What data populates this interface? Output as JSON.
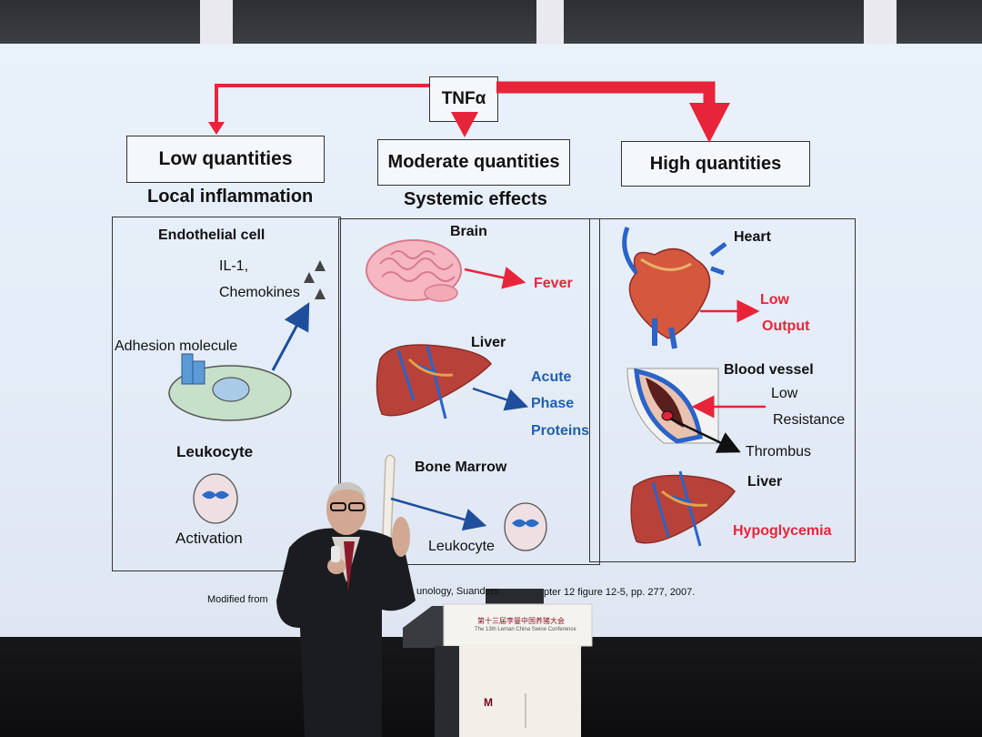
{
  "slide": {
    "top_label": "TNFα",
    "boxes": {
      "low": "Low quantities",
      "moderate": "Moderate quantities",
      "high": "High quantities"
    },
    "subtitles": {
      "local": "Local inflammation",
      "systemic": "Systemic effects"
    },
    "left_panel": {
      "endothelial_cell": "Endothelial cell",
      "il1": "IL-1,",
      "chemokines": "Chemokines",
      "adhesion_molecule": "Adhesion molecule",
      "leukocyte": "Leukocyte",
      "activation": "Activation"
    },
    "middle_panel": {
      "brain": "Brain",
      "fever": "Fever",
      "liver": "Liver",
      "acute": "Acute",
      "phase": "Phase",
      "proteins": "Proteins",
      "bone_marrow": "Bone Marrow",
      "leukocyte": "Leukocyte"
    },
    "right_panel": {
      "heart": "Heart",
      "low": "Low",
      "output": "Output",
      "blood_vessel": "Blood vessel",
      "low2": "Low",
      "resistance": "Resistance",
      "thrombus": "Thrombus",
      "liver": "Liver",
      "hypoglycemia": "Hypoglycemia"
    },
    "citation_left": "Modified from",
    "citation_mid": "unology, Suanders",
    "citation_right": "pter 12 figure 12-5, pp. 277, 2007."
  },
  "podium": {
    "line1": "第十三届李曼中国养猪大会",
    "line2": "The 13th Leman China Swine Conference",
    "logo_letter": "M"
  },
  "colors": {
    "arrow_red": "#e8243a",
    "arrow_blue": "#1f4e9c",
    "screen_bg": "#e6eef9"
  }
}
